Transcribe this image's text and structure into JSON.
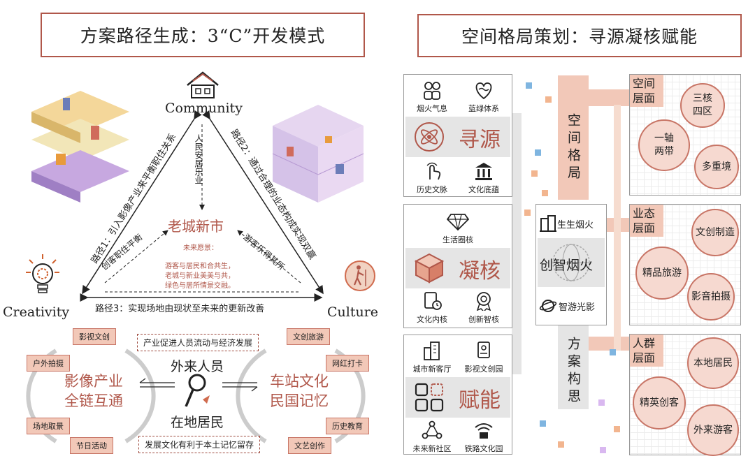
{
  "left": {
    "title": "方案路径生成：3“C”开发模式",
    "nodes": {
      "community": "Community",
      "creativity": "Creativity",
      "culture": "Culture"
    },
    "center_title": "老城新市",
    "vision_title": "未来愿景：",
    "vision_lines": [
      "游客与居民和合共生，",
      "老城与新业美美与共，",
      "绿色与居所情景交融。"
    ],
    "path1": "路径1：引入影像产业来平衡职住关系",
    "path2": "路径2：通过合理的业态构成实现双赢",
    "path3": "路径3：实现场地由现状至未来的更新改善",
    "inner_top": "人民安居乐业",
    "inner_left": "创客职住平衡",
    "inner_right": "游客乐得其所",
    "bottom": {
      "top_note": "产业促进人员流动与经济发展",
      "bottom_note": "发展文化有利于本土记忆留存",
      "left_title_1": "影像产业",
      "left_title_2": "全链互通",
      "right_title_1": "车站文化",
      "right_title_2": "民国记忆",
      "people_top": "外来人员",
      "people_bottom": "在地居民",
      "left_tags": [
        "影视文创",
        "户外拍摄",
        "场地取景",
        "节日活动"
      ],
      "right_tags": [
        "文创旅游",
        "网红打卡",
        "历史教育",
        "文艺创作"
      ]
    }
  },
  "right": {
    "title": "空间格局策划：寻源凝核赋能",
    "sections": [
      {
        "word": "寻源",
        "icons_top": [
          "烟火气息",
          "蓝绿体系"
        ],
        "icons_bottom": [
          "历史文脉",
          "文化底蕴"
        ]
      },
      {
        "word": "凝核",
        "icons_top": [
          "生活圈核"
        ],
        "icons_bottom": [
          "文化内核",
          "创新智核"
        ]
      },
      {
        "word": "赋能",
        "icons_top": [
          "城市新客厅",
          "影视文创园"
        ],
        "icons_bottom": [
          "未来新社区",
          "铁路文化园"
        ]
      }
    ],
    "spine_top": "空间格局",
    "spine_bottom": "方案构思",
    "center": {
      "top": "生生烟火",
      "middle": "创智烟火",
      "bottom": "智游光影"
    },
    "layers": [
      {
        "label": "空间层面",
        "circles": [
          "三核四区",
          "一轴两带",
          "多重境"
        ]
      },
      {
        "label": "业态层面",
        "circles": [
          "文创制造",
          "精品旅游",
          "影音拍摄"
        ]
      },
      {
        "label": "人群层面",
        "circles": [
          "本地居民",
          "精英创客",
          "外来游客"
        ]
      }
    ]
  }
}
